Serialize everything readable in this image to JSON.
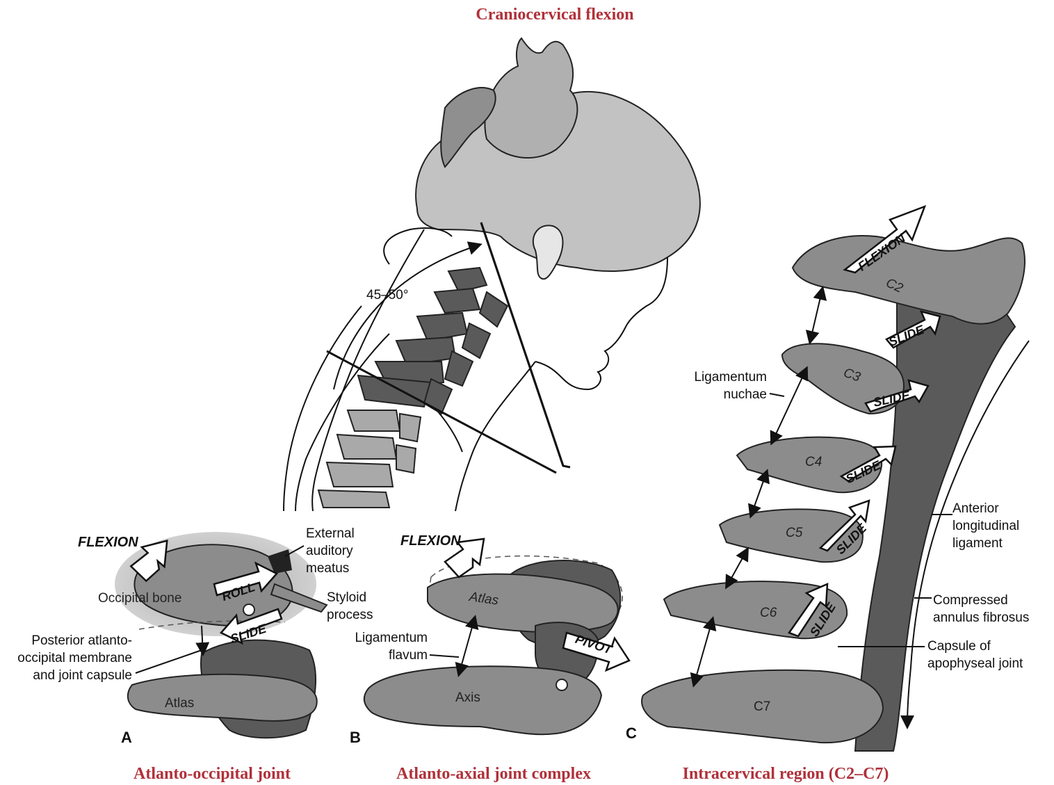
{
  "titles": {
    "main": "Craniocervical flexion",
    "panel_a": "Atlanto-occipital joint",
    "panel_b": "Atlanto-axial joint complex",
    "panel_c": "Intracervical region (C2–C7)"
  },
  "panel_letters": {
    "a": "A",
    "b": "B",
    "c": "C"
  },
  "head": {
    "angle_label": "45–50°"
  },
  "panel_a_labels": {
    "flexion": "FLEXION",
    "roll": "ROLL",
    "slide": "SLIDE",
    "occipital_bone": "Occipital bone",
    "external_line1": "External",
    "external_line2": "auditory",
    "external_line3": "meatus",
    "styloid_line1": "Styloid",
    "styloid_line2": "process",
    "posterior_line1": "Posterior atlanto-",
    "posterior_line2": "occipital membrane",
    "posterior_line3": "and joint capsule",
    "atlas": "Atlas"
  },
  "panel_b_labels": {
    "flexion": "FLEXION",
    "atlas": "Atlas",
    "lig_line1": "Ligamentum",
    "lig_line2": "flavum",
    "pivot": "PIVOT",
    "axis": "Axis"
  },
  "panel_c_labels": {
    "flexion": "FLEXION",
    "slide": "SLIDE",
    "c2": "C2",
    "c3": "C3",
    "c4": "C4",
    "c5": "C5",
    "c6": "C6",
    "c7": "C7",
    "nuchae_line1": "Ligamentum",
    "nuchae_line2": "nuchae",
    "anterior_line1": "Anterior",
    "anterior_line2": "longitudinal",
    "anterior_line3": "ligament",
    "compressed_line1": "Compressed",
    "compressed_line2": "annulus fibrosus",
    "capsule_line1": "Capsule of",
    "capsule_line2": "apophyseal joint"
  },
  "colors": {
    "title_red": "#b0313a",
    "bone_gray": "#8c8c8c",
    "bone_dark": "#5a5a5a",
    "hair_gray": "#c2c2c2"
  }
}
